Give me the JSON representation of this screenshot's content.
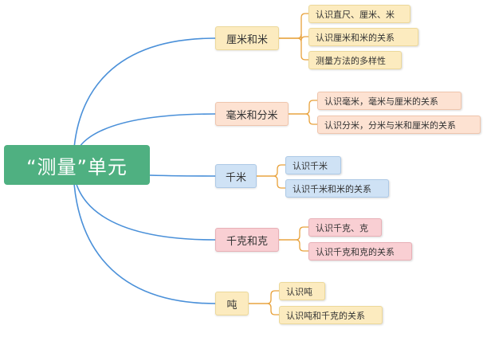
{
  "root": {
    "label": "“测量”单元"
  },
  "branches": [
    {
      "label": "厘米和米",
      "leaves": [
        "认识直尺、厘米、米",
        "认识厘米和米的关系",
        "测量方法的多样性"
      ]
    },
    {
      "label": "毫米和分米",
      "leaves": [
        "认识毫米，毫米与厘米的关系",
        "认识分米，分米与米和厘米的关系"
      ]
    },
    {
      "label": "千米",
      "leaves": [
        "认识千米",
        "认识千米和米的关系"
      ]
    },
    {
      "label": "千克和克",
      "leaves": [
        "认识千克、克",
        "认识千克和克的关系"
      ]
    },
    {
      "label": "吨",
      "leaves": [
        "认识吨",
        "认识吨和千克的关系"
      ]
    }
  ],
  "colors": {
    "root": "#4fb081",
    "main_lines": "#4a90d9",
    "sub_lines": "#e8a13a"
  }
}
